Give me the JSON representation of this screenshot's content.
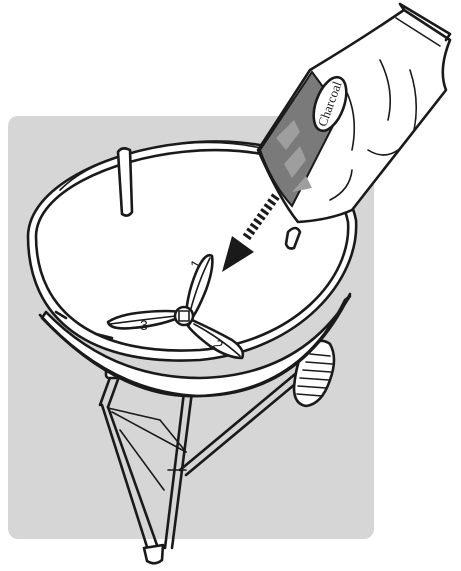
{
  "figure": {
    "bag_label": "Charcoal",
    "grate_numbers": [
      "1",
      "2",
      "3"
    ]
  },
  "colors": {
    "background_panel": "#d6d6d6",
    "line": "#1a1a1a",
    "bag_label_band": "#7a7a7a",
    "bag_pattern": "#9e9e9e",
    "arrow": "#1a1a1a"
  },
  "icons": [
    "pour-direction-arrow",
    "charcoal-bag",
    "grill-bowl",
    "charcoal-grate"
  ]
}
